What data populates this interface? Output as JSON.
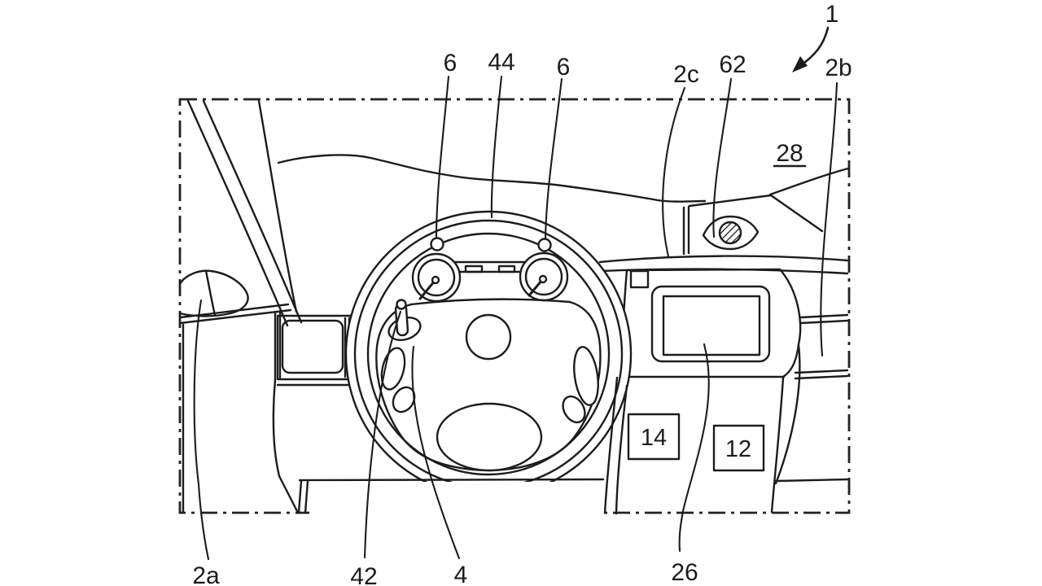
{
  "figure": {
    "background": "#ffffff",
    "line_color": "#1c1c1c",
    "labels": {
      "ref1": "1",
      "ref6_left": "6",
      "ref44": "44",
      "ref6_right": "6",
      "ref2c": "2c",
      "ref62": "62",
      "ref2b": "2b",
      "ref28": "28",
      "ref2a": "2a",
      "ref42": "42",
      "ref4": "4",
      "ref26": "26",
      "ref14": "14",
      "ref12": "12"
    }
  }
}
